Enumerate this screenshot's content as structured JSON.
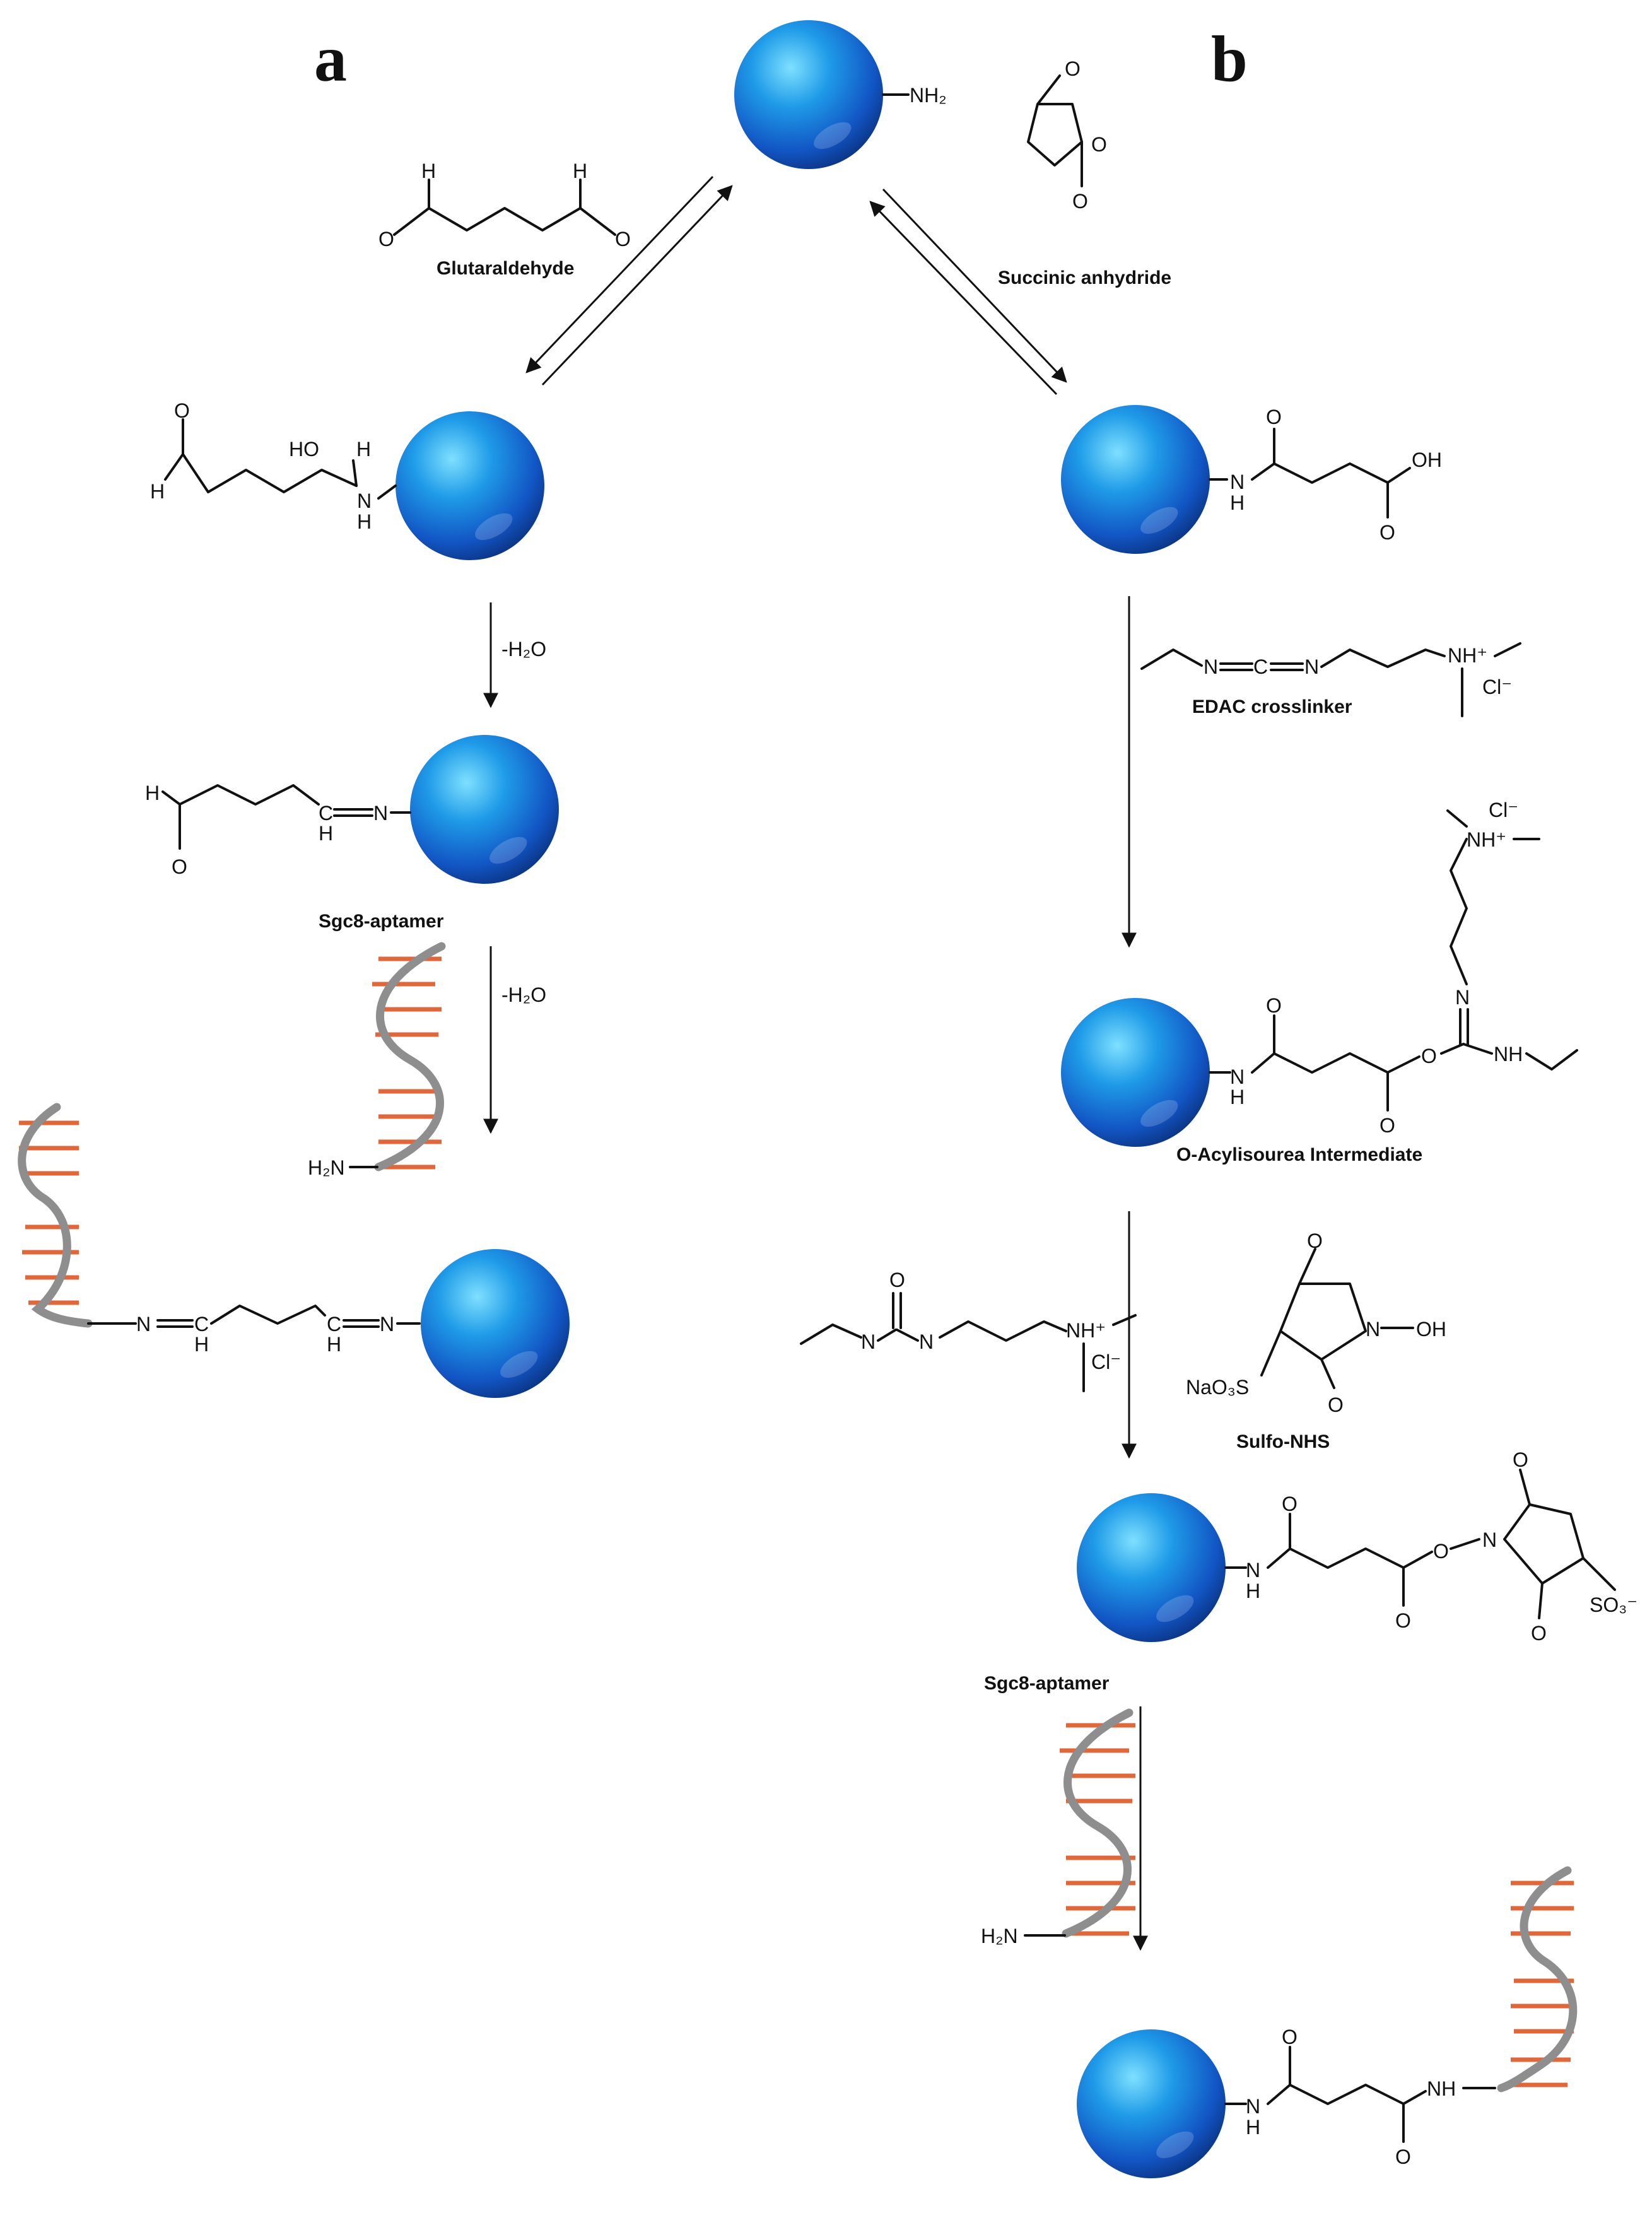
{
  "panels": {
    "a": "a",
    "b": "b"
  },
  "colors": {
    "bead": "#1f78d8",
    "bead_dark": "#0a2f7a",
    "helix": "#8e8e8e",
    "bases": "#e0673a"
  },
  "labels": {
    "nh2": "NH₂",
    "o": "O",
    "h": "H",
    "nh": "NH",
    "n": "N",
    "c": "C",
    "oh": "OH",
    "ho": "HO",
    "h2n": "H₂N",
    "nh_plus": "NH⁺",
    "cl_minus": "Cl⁻",
    "neg_h2o": "-H₂O",
    "naso3": "NaO₃S",
    "so3_minus": "SO₃⁻"
  },
  "captions": {
    "glutaraldehyde": "Glutaraldehyde",
    "succinic": "Succinic anhydride",
    "edac": "EDAC crosslinker",
    "acylisourea": "O-Acylisourea Intermediate",
    "sulfo_nhs": "Sulfo-NHS",
    "sgc8_a": "Sgc8-aptamer",
    "sgc8_b": "Sgc8-aptamer"
  }
}
